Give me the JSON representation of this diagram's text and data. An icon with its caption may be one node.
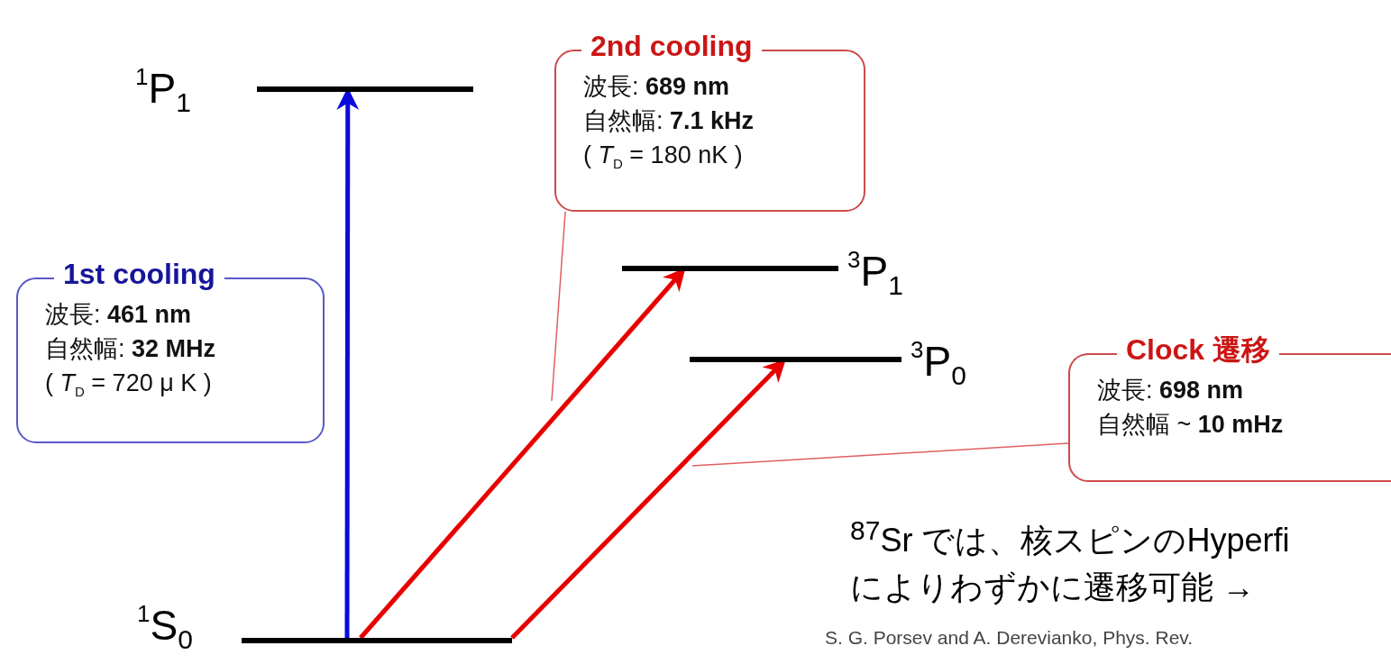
{
  "diagram": {
    "nodes": [
      {
        "text": [],
        "shape": "bar",
        "beside": [
          "$^{1}$S$_{0}$"
        ]
      },
      {
        "text": [],
        "shape": "bar",
        "beside": [
          "$^{1}$P$_{1}$"
        ]
      },
      {
        "text": [],
        "shape": "bar",
        "beside": [
          "$^{3}$P$_{1}$"
        ]
      },
      {
        "text": [],
        "shape": "bar",
        "beside": [
          "$^{3}$P$_{0}$"
        ]
      },
      {
        "text": [
          "1st  cooling",
          "波長: **461 nm**",
          "自然幅: **32 MHz**",
          "( *T*$_{D}$ = 720 μ K )"
        ]
      },
      {
        "text": [
          "2nd  cooling",
          "波長: **689 nm**",
          "自然幅: **7.1 kHz**",
          "( *T*$_{D}$ = 180 nK )"
        ]
      },
      {
        "text": [
          "Clock 遷移",
          "波長: **698 nm**",
          "自然幅 ~ **10 mHz**"
        ]
      }
    ],
    "edges": [
      {
        "from": 0,
        "to": 1,
        "arrow": "to",
        "color": "#0a0adc"
      },
      {
        "from": 0,
        "to": 2,
        "arrow": "to"
      },
      {
        "from": 0,
        "to": 3,
        "arrow": "to"
      },
      {
        "from": 5,
        "to": null,
        "arrow": "none",
        "color": "#e06060"
      },
      {
        "from": 6,
        "to": null,
        "arrow": "none",
        "color": "#e06060"
      }
    ],
    "labels": [
      "$^{87}$Sr では、核スピンのHyperfi",
      "によりわずかに遷移可能 →",
      "S. G. Porsev and A. Derevianko, Phys. Rev."
    ]
  }
}
